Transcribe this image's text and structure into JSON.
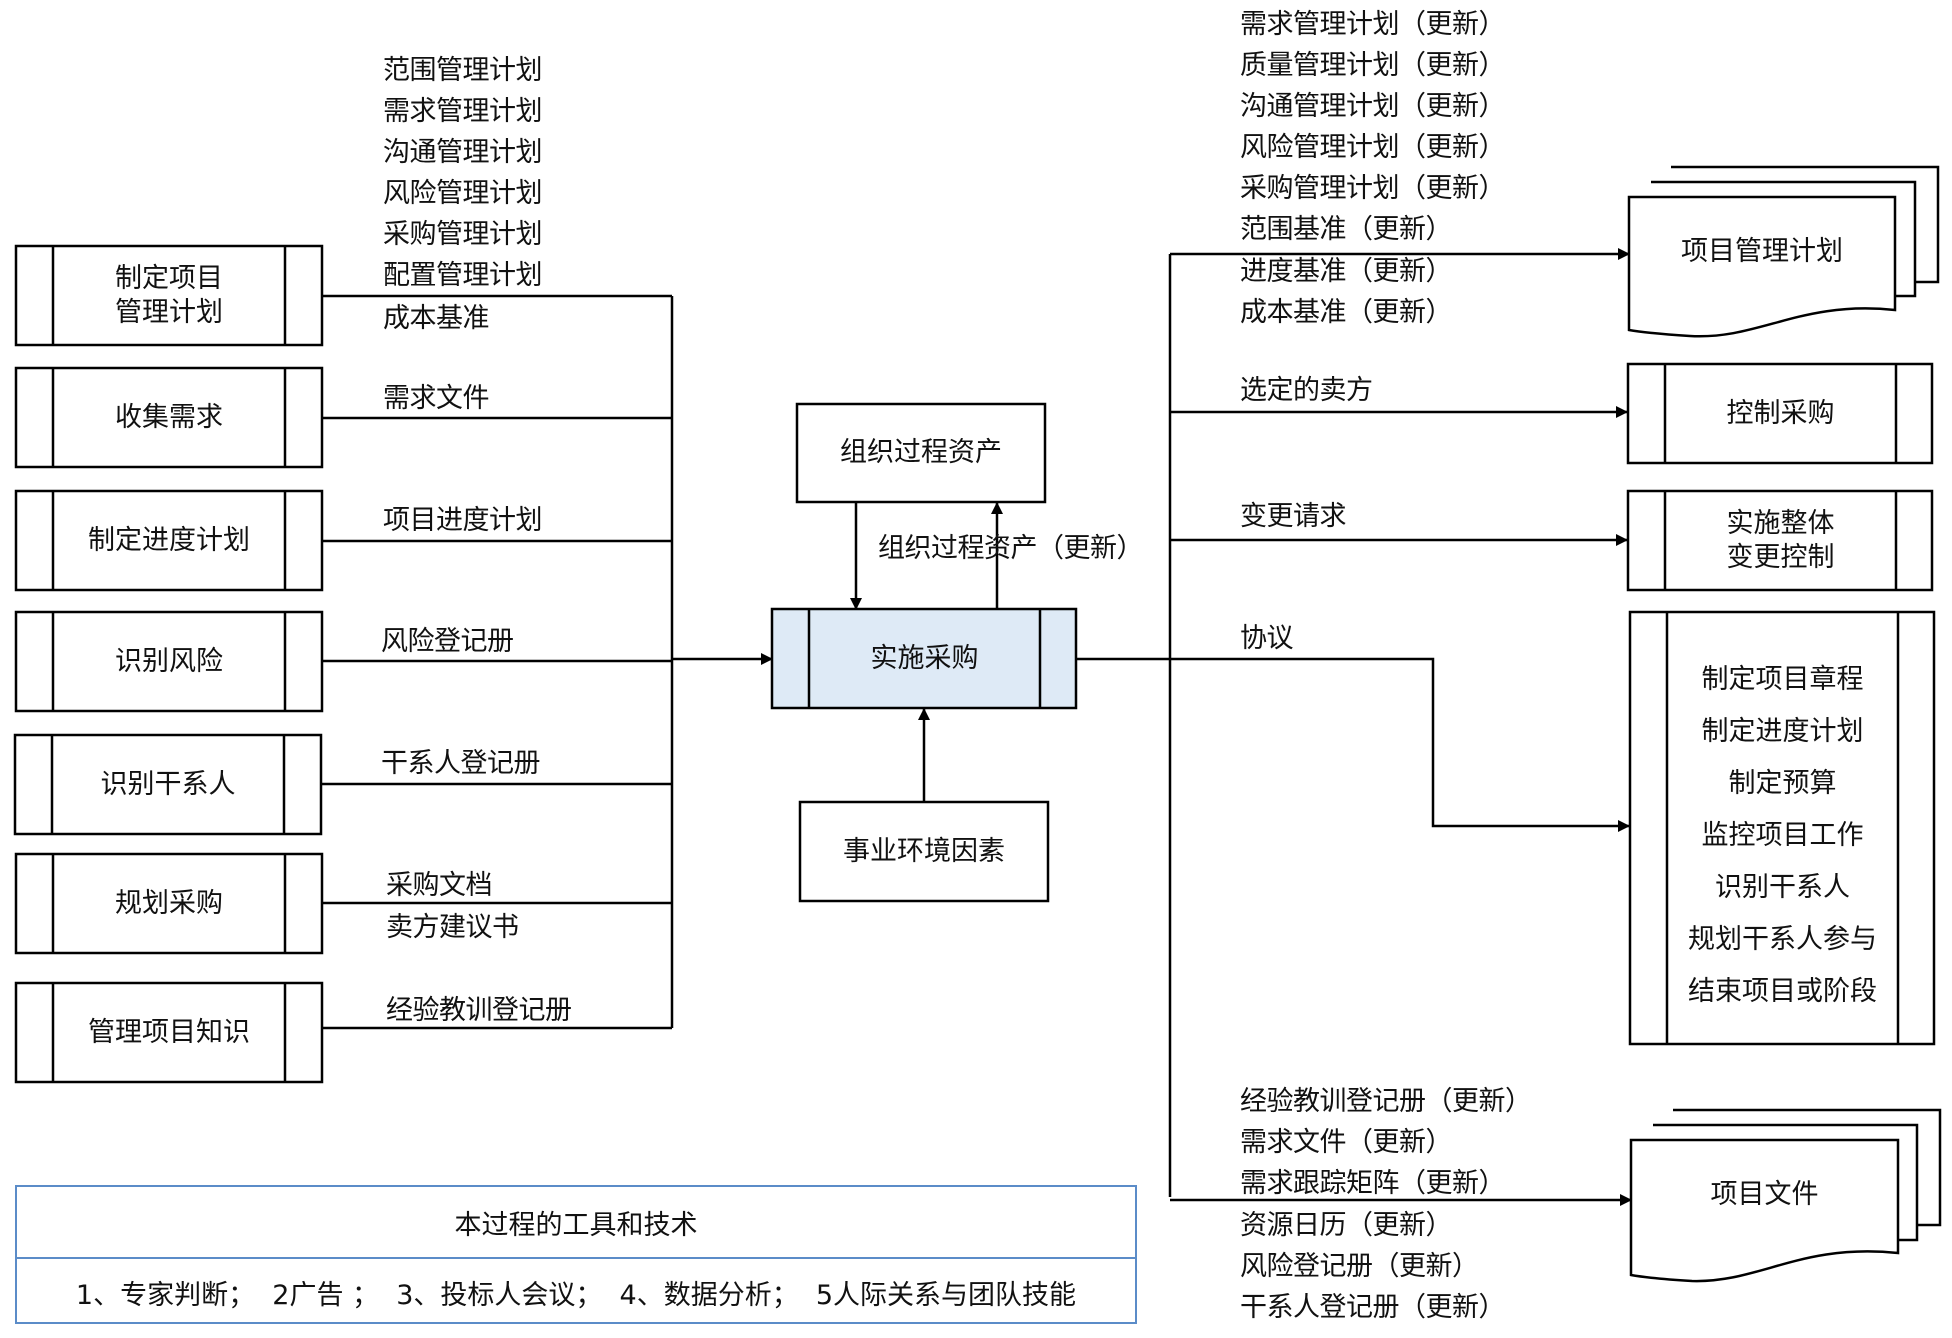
{
  "diagram": {
    "center_process": "实施采购",
    "center_fill": "#deeaf6",
    "left_processes": [
      {
        "label": "制定项目\n管理计划",
        "outputs": [
          "范围管理计划",
          "需求管理计划",
          "沟通管理计划",
          "风险管理计划",
          "采购管理计划",
          "配置管理计划",
          "成本基准"
        ]
      },
      {
        "label": "收集需求",
        "outputs": [
          "需求文件"
        ]
      },
      {
        "label": "制定进度计划",
        "outputs": [
          "项目进度计划"
        ]
      },
      {
        "label": "识别风险",
        "outputs": [
          "风险登记册"
        ]
      },
      {
        "label": "识别干系人",
        "outputs": [
          "干系人登记册"
        ]
      },
      {
        "label": "规划采购",
        "outputs": [
          "采购文档",
          "卖方建议书"
        ]
      },
      {
        "label": "管理项目知识",
        "outputs": [
          "经验教训登记册"
        ]
      }
    ],
    "opa": {
      "label": "组织过程资产",
      "update_label": "组织过程资产（更新）"
    },
    "eef": {
      "label": "事业环境因素"
    },
    "right_outputs": {
      "pm_plan": {
        "target": "项目管理计划",
        "items": [
          "需求管理计划（更新）",
          "质量管理计划（更新）",
          "沟通管理计划（更新）",
          "风险管理计划（更新）",
          "采购管理计划（更新）",
          "范围基准（更新）",
          "进度基准（更新）",
          "成本基准（更新）"
        ]
      },
      "selected_sellers": {
        "label": "选定的卖方",
        "target": "控制采购"
      },
      "change_requests": {
        "label": "变更请求",
        "target": "实施整体\n变更控制"
      },
      "agreements": {
        "label": "协议",
        "targets": [
          "制定项目章程",
          "制定进度计划",
          "制定预算",
          "监控项目工作",
          "识别干系人",
          "规划干系人参与",
          "结束项目或阶段"
        ]
      },
      "project_docs": {
        "target": "项目文件",
        "items": [
          "经验教训登记册（更新）",
          "需求文件（更新）",
          "需求跟踪矩阵（更新）",
          "资源日历（更新）",
          "风险登记册（更新）",
          "干系人登记册（更新）"
        ]
      }
    },
    "tools": {
      "title": "本过程的工具和技术",
      "content": "1、专家判断；  2广告 ；  3、投标人会议；  4、数据分析；  5人际关系与团队技能",
      "border_color": "#5b8cc8"
    }
  }
}
